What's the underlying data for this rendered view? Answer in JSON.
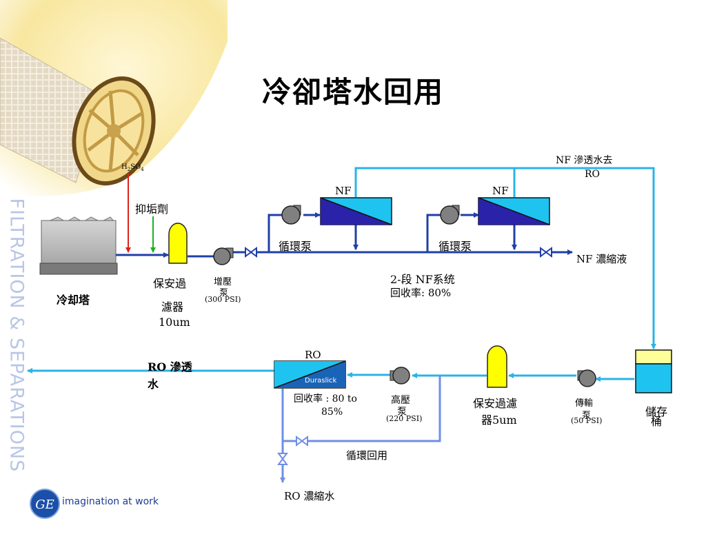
{
  "title": "冷卻塔水回用",
  "side_text": "FILTRATION & SEPARATIONS",
  "brand": {
    "logo_text": "GE",
    "tagline": "imagination at work"
  },
  "labels": {
    "h2so4_main": "H",
    "h2so4_sub2": "2",
    "h2so4_mid": "SO",
    "h2so4_sub4": "4",
    "antiscalant": "抑垢劑",
    "cooling_tower": "冷却塔",
    "safety_filter_10_a": "保安過",
    "safety_filter_10_b": "濾器",
    "safety_filter_10_c": "10um",
    "booster_pump_a": "增壓",
    "booster_pump_b": "泵",
    "booster_pump_psi": "(300 PSI)",
    "nf1": "NF",
    "nf2": "NF",
    "circ_pump_1": "循環泵",
    "circ_pump_2": "循環泵",
    "nf_permeate_a": "NF 滲透水去",
    "nf_permeate_b": "RO",
    "nf_concentrate": "NF 濃縮液",
    "nf_system": "2-段 NF系统",
    "nf_recovery": "回收率: 80%",
    "storage_tank_a": "儲存",
    "storage_tank_b": "桶",
    "transfer_pump_a": "傳輸",
    "transfer_pump_b": "泵",
    "transfer_pump_psi": "(50 PSI)",
    "safety_filter_5_a": "保安過濾",
    "safety_filter_5_b": "器5um",
    "hp_pump_a": "高壓",
    "hp_pump_b": "泵",
    "hp_pump_psi": "(220 PSI)",
    "ro": "RO",
    "ro_membrane": "Duraslick",
    "ro_recovery_a": "回收率 : 80 to",
    "ro_recovery_b": "85%",
    "ro_permeate_a": "RO 滲透",
    "ro_permeate_b": "水",
    "recycle": "循環回用",
    "ro_concentrate": "RO 濃縮水"
  },
  "colors": {
    "main_line": "#1f3fa8",
    "nf_line": "#2ab3e6",
    "ro_line": "#6e8fe6",
    "acid_line": "#e0201a",
    "antiscalant_line": "#19b31e",
    "filter_yellow": "#ffff00",
    "module_cyan": "#1fc3ef",
    "module_navy": "#2a22a8"
  }
}
